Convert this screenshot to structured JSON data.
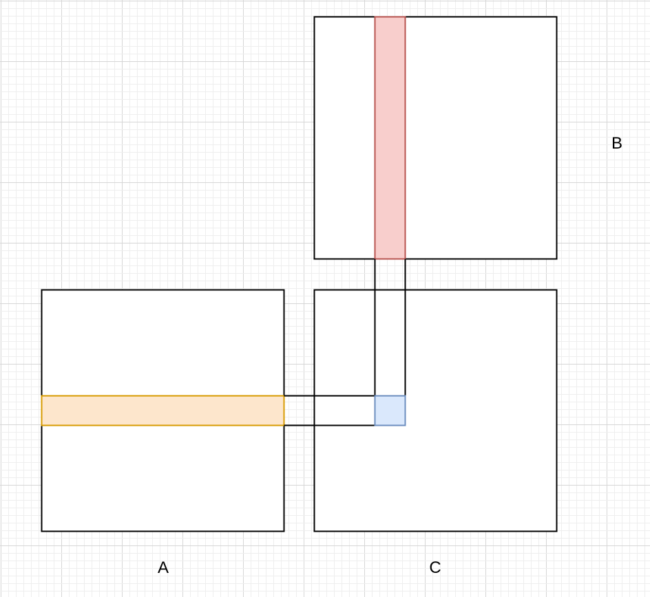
{
  "diagram": {
    "labels": {
      "a": "A",
      "b": "B",
      "c": "C"
    },
    "colors": {
      "background": "#ffffff",
      "grid_minor": "#eeeeee",
      "grid_major": "#d6d6d6",
      "outline": "#000000",
      "row_fill": "#fde6cc",
      "row_stroke": "#d79b00",
      "column_fill": "#f8cecc",
      "column_stroke": "#b85450",
      "cell_fill": "#dae8fc",
      "cell_stroke": "#6c8ebf"
    }
  }
}
